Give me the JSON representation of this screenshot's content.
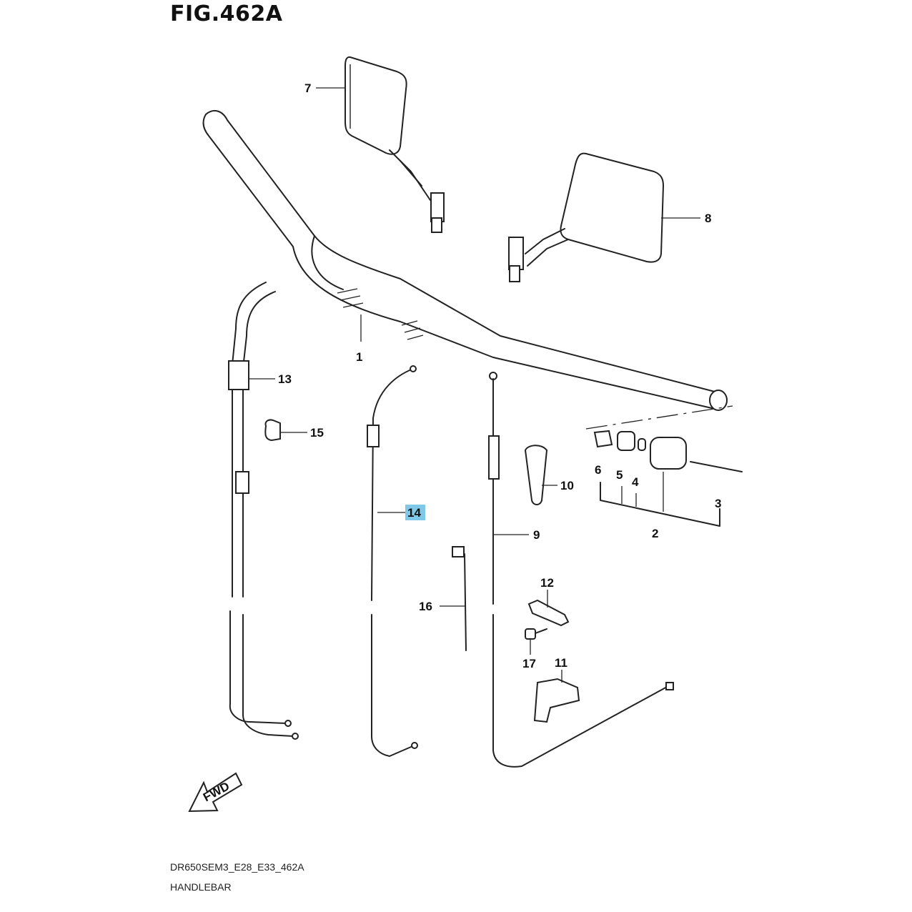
{
  "figure": {
    "title": "FIG.462A",
    "model_code": "DR650SEM3_E28_E33_462A",
    "name": "HANDLEBAR"
  },
  "fwd_label": "FWD",
  "highlight_color": "#7fc8e8",
  "callouts": [
    "1",
    "2",
    "3",
    "4",
    "5",
    "6",
    "7",
    "8",
    "9",
    "10",
    "11",
    "12",
    "13",
    "14",
    "15",
    "16",
    "17"
  ],
  "highlighted_callout": "14"
}
